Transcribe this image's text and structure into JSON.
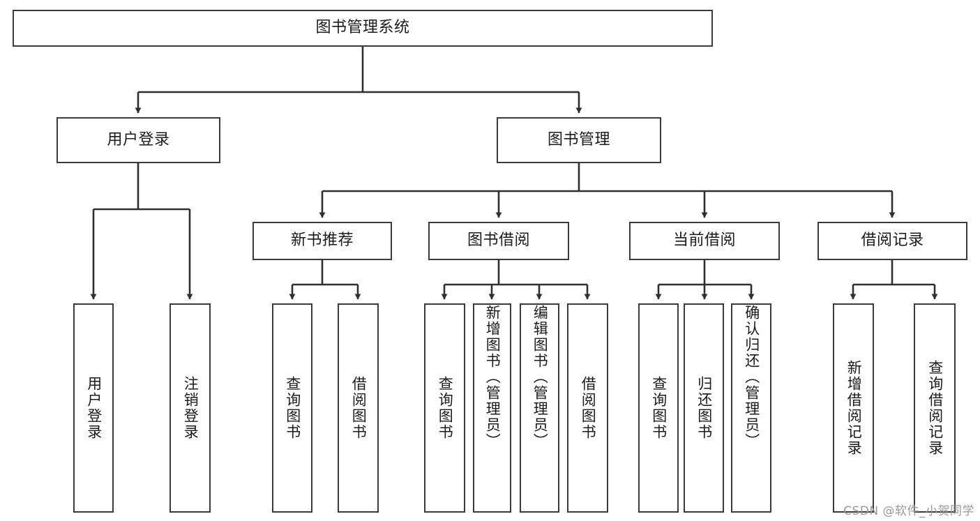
{
  "diagram": {
    "title": "图书管理系统",
    "type": "tree-hierarchy-diagram",
    "stroke_color": "#3a3a3a",
    "text_color": "#1b1b1b",
    "background_color": "#ffffff",
    "root": {
      "label": "图书管理系统"
    },
    "level2": [
      {
        "label": "用户登录"
      },
      {
        "label": "图书管理"
      }
    ],
    "level3": [
      {
        "label": "新书推荐"
      },
      {
        "label": "图书借阅"
      },
      {
        "label": "当前借阅"
      },
      {
        "label": "借阅记录"
      }
    ],
    "leaves": [
      {
        "label": "用户登录"
      },
      {
        "label": "注销登录"
      },
      {
        "label": "查询图书"
      },
      {
        "label": "借阅图书"
      },
      {
        "label": "查询图书"
      },
      {
        "label": "新增图书（管理员）"
      },
      {
        "label": "编辑图书（管理员）"
      },
      {
        "label": "借阅图书"
      },
      {
        "label": "查询图书"
      },
      {
        "label": "归还图书"
      },
      {
        "label": "确认归还（管理员）"
      },
      {
        "label": "新增借阅记录"
      },
      {
        "label": "查询借阅记录"
      }
    ]
  },
  "watermark": {
    "text": "CSDN @软件_小贺同学"
  }
}
